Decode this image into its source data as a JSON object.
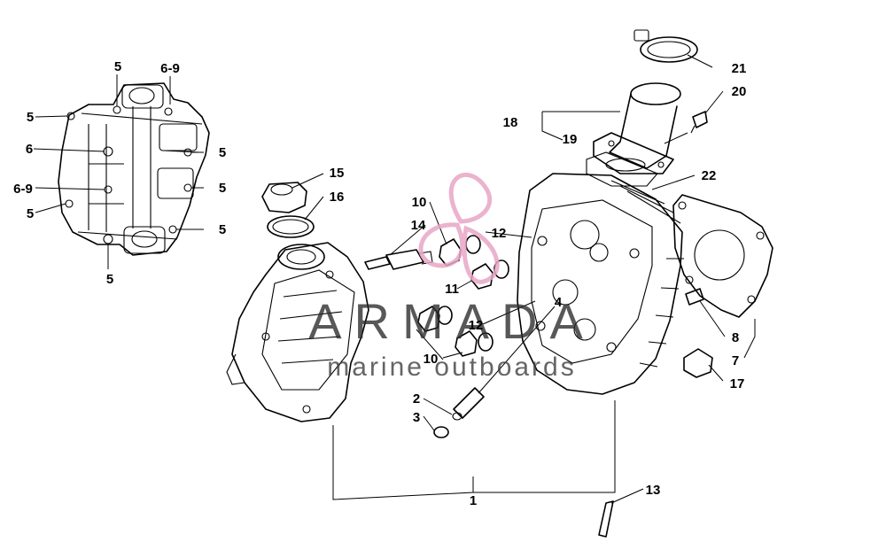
{
  "watermark": {
    "brand": "ARMADA",
    "tagline": "marine outboards",
    "accent_color": "#e8a6c6"
  },
  "callouts": [
    {
      "id": "c-left-5-top",
      "label": "5"
    },
    {
      "id": "c-left-69-top",
      "label": "6-9"
    },
    {
      "id": "c-left-5-a",
      "label": "5"
    },
    {
      "id": "c-left-6",
      "label": "6"
    },
    {
      "id": "c-left-5-b",
      "label": "5"
    },
    {
      "id": "c-left-69-b",
      "label": "6-9"
    },
    {
      "id": "c-left-5-c",
      "label": "5"
    },
    {
      "id": "c-left-5-d",
      "label": "5"
    },
    {
      "id": "c-left-5-e",
      "label": "5"
    },
    {
      "id": "c-left-5-bottom",
      "label": "5"
    },
    {
      "id": "c-15",
      "label": "15"
    },
    {
      "id": "c-16",
      "label": "16"
    },
    {
      "id": "c-10-top",
      "label": "10"
    },
    {
      "id": "c-14",
      "label": "14"
    },
    {
      "id": "c-12-top",
      "label": "12"
    },
    {
      "id": "c-11",
      "label": "11"
    },
    {
      "id": "c-12-bottom",
      "label": "12"
    },
    {
      "id": "c-10-bottom",
      "label": "10"
    },
    {
      "id": "c-4",
      "label": "4"
    },
    {
      "id": "c-2",
      "label": "2"
    },
    {
      "id": "c-3",
      "label": "3"
    },
    {
      "id": "c-1",
      "label": "1"
    },
    {
      "id": "c-13",
      "label": "13"
    },
    {
      "id": "c-18",
      "label": "18"
    },
    {
      "id": "c-19",
      "label": "19"
    },
    {
      "id": "c-21",
      "label": "21"
    },
    {
      "id": "c-20",
      "label": "20"
    },
    {
      "id": "c-22",
      "label": "22"
    },
    {
      "id": "c-8",
      "label": "8"
    },
    {
      "id": "c-7",
      "label": "7"
    },
    {
      "id": "c-17",
      "label": "17"
    }
  ]
}
